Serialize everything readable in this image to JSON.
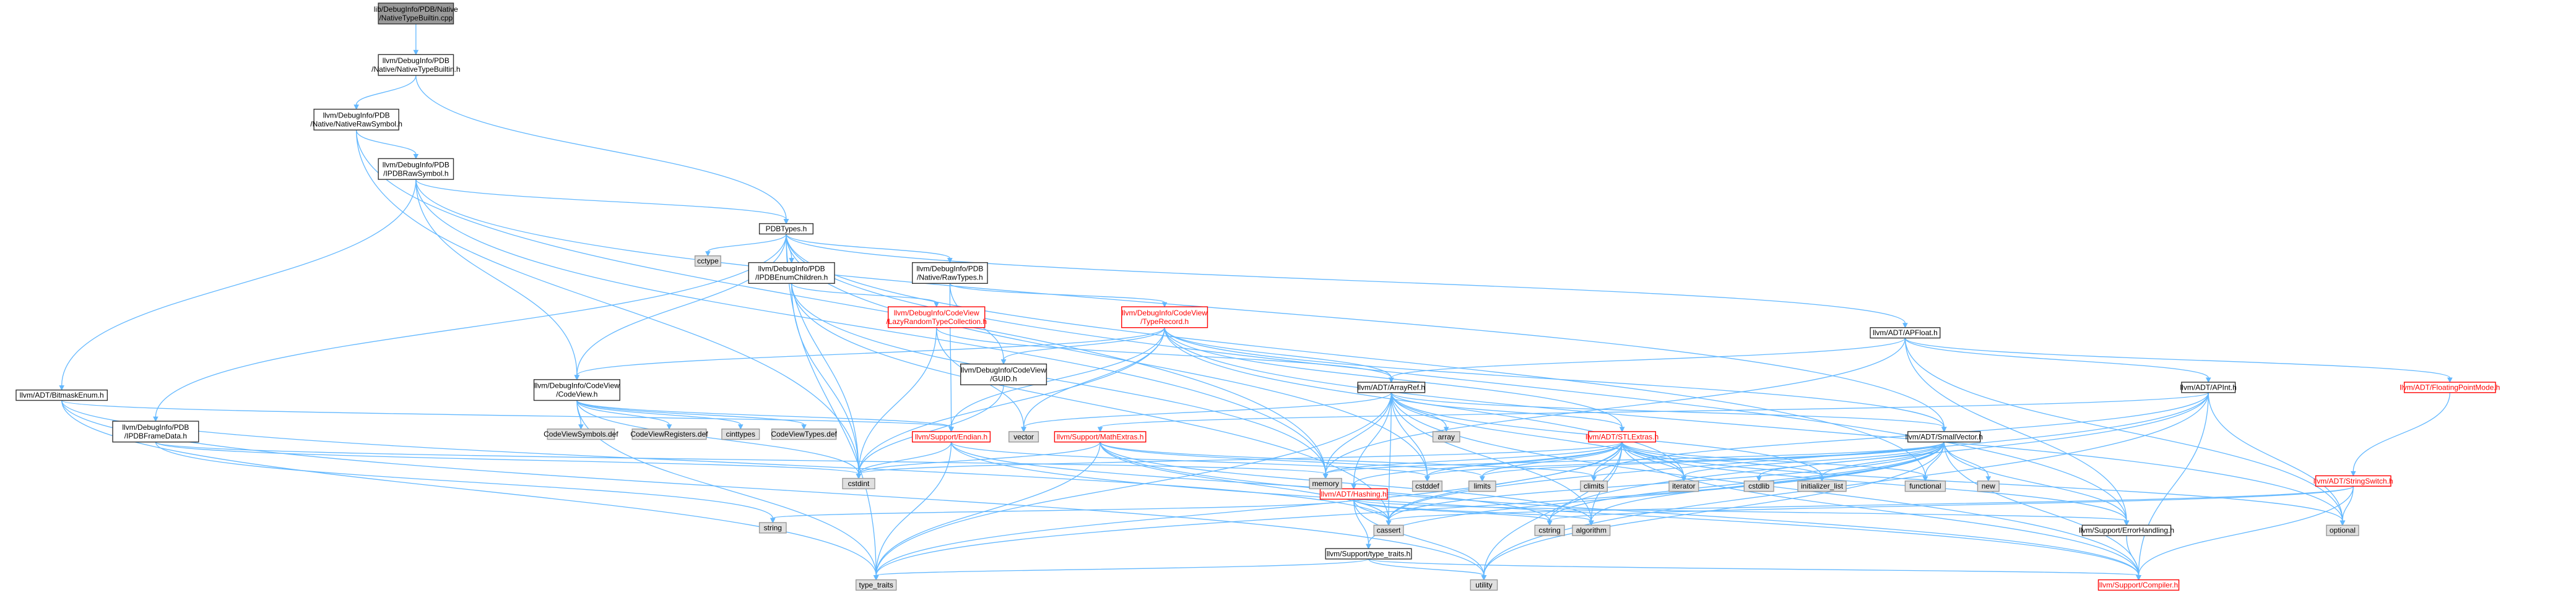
{
  "title": "",
  "colors": {
    "edge": "#63b8ff",
    "root_fill": "#999999",
    "default_border": "#333333",
    "red_border": "#ff0000",
    "external_fill": "#e0e0e0",
    "external_border": "#999999",
    "red_text": "#ff0000",
    "normal_text": "#000000"
  },
  "nodes": [
    {
      "id": "root",
      "kind": "root",
      "lines": [
        "lib/DebugInfo/PDB/Native",
        "/NativeTypeBuiltin.cpp"
      ]
    },
    {
      "id": "ntb",
      "kind": "normal",
      "lines": [
        "llvm/DebugInfo/PDB",
        "/Native/NativeTypeBuiltin.h"
      ]
    },
    {
      "id": "nrs",
      "kind": "normal",
      "lines": [
        "llvm/DebugInfo/PDB",
        "/Native/NativeRawSymbol.h"
      ]
    },
    {
      "id": "ipdbraw",
      "kind": "normal",
      "lines": [
        "llvm/DebugInfo/PDB",
        "/IPDBRawSymbol.h"
      ]
    },
    {
      "id": "pdbtypes",
      "kind": "normal",
      "lines": [
        "PDBTypes.h"
      ]
    },
    {
      "id": "bitmask",
      "kind": "normal",
      "lines": [
        "llvm/ADT/BitmaskEnum.h"
      ]
    },
    {
      "id": "frame",
      "kind": "normal",
      "lines": [
        "llvm/DebugInfo/PDB",
        "/IPDBFrameData.h"
      ]
    },
    {
      "id": "codeview",
      "kind": "normal",
      "lines": [
        "llvm/DebugInfo/CodeView",
        "/CodeView.h"
      ]
    },
    {
      "id": "cctype",
      "kind": "external",
      "lines": [
        "cctype"
      ]
    },
    {
      "id": "enumch",
      "kind": "normal",
      "lines": [
        "llvm/DebugInfo/PDB",
        "/IPDBEnumChildren.h"
      ]
    },
    {
      "id": "rawtypes",
      "kind": "normal",
      "lines": [
        "llvm/DebugInfo/PDB",
        "/Native/RawTypes.h"
      ]
    },
    {
      "id": "lazy",
      "kind": "red",
      "lines": [
        "llvm/DebugInfo/CodeView",
        "/LazyRandomTypeCollection.h"
      ]
    },
    {
      "id": "typerec",
      "kind": "red",
      "lines": [
        "llvm/DebugInfo/CodeView",
        "/TypeRecord.h"
      ]
    },
    {
      "id": "guid",
      "kind": "normal",
      "lines": [
        "llvm/DebugInfo/CodeView",
        "/GUID.h"
      ]
    },
    {
      "id": "apfloat",
      "kind": "normal",
      "lines": [
        "llvm/ADT/APFloat.h"
      ]
    },
    {
      "id": "apint",
      "kind": "normal",
      "lines": [
        "llvm/ADT/APInt.h"
      ]
    },
    {
      "id": "fpmode",
      "kind": "red",
      "lines": [
        "llvm/ADT/FloatingPointMode.h"
      ]
    },
    {
      "id": "strswitch",
      "kind": "red",
      "lines": [
        "llvm/ADT/StringSwitch.h"
      ]
    },
    {
      "id": "arrayref",
      "kind": "normal",
      "lines": [
        "llvm/ADT/ArrayRef.h"
      ]
    },
    {
      "id": "smallvec",
      "kind": "normal",
      "lines": [
        "llvm/ADT/SmallVector.h"
      ]
    },
    {
      "id": "stlextras",
      "kind": "red",
      "lines": [
        "llvm/ADT/STLExtras.h"
      ]
    },
    {
      "id": "hashing",
      "kind": "red",
      "lines": [
        "llvm/ADT/Hashing.h"
      ]
    },
    {
      "id": "endian",
      "kind": "red",
      "lines": [
        "llvm/Support/Endian.h"
      ]
    },
    {
      "id": "mathext",
      "kind": "red",
      "lines": [
        "llvm/Support/MathExtras.h"
      ]
    },
    {
      "id": "cvsym",
      "kind": "external",
      "lines": [
        "CodeViewSymbols.def"
      ]
    },
    {
      "id": "cvreg",
      "kind": "external",
      "lines": [
        "CodeViewRegisters.def"
      ]
    },
    {
      "id": "cinttypes",
      "kind": "external",
      "lines": [
        "cinttypes"
      ]
    },
    {
      "id": "cvtypes",
      "kind": "external",
      "lines": [
        "CodeViewTypes.def"
      ]
    },
    {
      "id": "vector",
      "kind": "external",
      "lines": [
        "vector"
      ]
    },
    {
      "id": "array",
      "kind": "external",
      "lines": [
        "array"
      ]
    },
    {
      "id": "cstdint",
      "kind": "external",
      "lines": [
        "cstdint"
      ]
    },
    {
      "id": "memory",
      "kind": "external",
      "lines": [
        "memory"
      ]
    },
    {
      "id": "cstddef",
      "kind": "external",
      "lines": [
        "cstddef"
      ]
    },
    {
      "id": "limits",
      "kind": "external",
      "lines": [
        "limits"
      ]
    },
    {
      "id": "climits",
      "kind": "external",
      "lines": [
        "climits"
      ]
    },
    {
      "id": "iterator",
      "kind": "external",
      "lines": [
        "iterator"
      ]
    },
    {
      "id": "cstdlib",
      "kind": "external",
      "lines": [
        "cstdlib"
      ]
    },
    {
      "id": "initlist",
      "kind": "external",
      "lines": [
        "initializer_list"
      ]
    },
    {
      "id": "functional",
      "kind": "external",
      "lines": [
        "functional"
      ]
    },
    {
      "id": "new",
      "kind": "external",
      "lines": [
        "new"
      ]
    },
    {
      "id": "string",
      "kind": "external",
      "lines": [
        "string"
      ]
    },
    {
      "id": "cassert",
      "kind": "external",
      "lines": [
        "cassert"
      ]
    },
    {
      "id": "cstring",
      "kind": "external",
      "lines": [
        "cstring"
      ]
    },
    {
      "id": "algorithm",
      "kind": "external",
      "lines": [
        "algorithm"
      ]
    },
    {
      "id": "typetraitsh",
      "kind": "normal",
      "lines": [
        "llvm/Support/type_traits.h"
      ]
    },
    {
      "id": "errhandling",
      "kind": "normal",
      "lines": [
        "llvm/Support/ErrorHandling.h"
      ]
    },
    {
      "id": "optional",
      "kind": "external",
      "lines": [
        "optional"
      ]
    },
    {
      "id": "type_traits",
      "kind": "external",
      "lines": [
        "type_traits"
      ]
    },
    {
      "id": "utility",
      "kind": "external",
      "lines": [
        "utility"
      ]
    },
    {
      "id": "compiler",
      "kind": "red",
      "lines": [
        "llvm/Support/Compiler.h"
      ]
    }
  ],
  "edges": [
    [
      "root",
      "ntb"
    ],
    [
      "ntb",
      "nrs"
    ],
    [
      "ntb",
      "pdbtypes"
    ],
    [
      "nrs",
      "ipdbraw"
    ],
    [
      "nrs",
      "cstdint"
    ],
    [
      "nrs",
      "memory"
    ],
    [
      "ipdbraw",
      "pdbtypes"
    ],
    [
      "ipdbraw",
      "bitmask"
    ],
    [
      "ipdbraw",
      "codeview"
    ],
    [
      "ipdbraw",
      "smallvec"
    ],
    [
      "ipdbraw",
      "memory"
    ],
    [
      "pdbtypes",
      "cctype"
    ],
    [
      "pdbtypes",
      "enumch"
    ],
    [
      "pdbtypes",
      "rawtypes"
    ],
    [
      "pdbtypes",
      "frame"
    ],
    [
      "pdbtypes",
      "codeview"
    ],
    [
      "pdbtypes",
      "apfloat"
    ],
    [
      "pdbtypes",
      "cstddef"
    ],
    [
      "pdbtypes",
      "cstdint"
    ],
    [
      "pdbtypes",
      "functional"
    ],
    [
      "pdbtypes",
      "errhandling"
    ],
    [
      "pdbtypes",
      "type_traits"
    ],
    [
      "bitmask",
      "cassert"
    ],
    [
      "bitmask",
      "type_traits"
    ],
    [
      "bitmask",
      "utility"
    ],
    [
      "bitmask",
      "endian"
    ],
    [
      "frame",
      "cstdint"
    ],
    [
      "frame",
      "string"
    ],
    [
      "frame",
      "memory"
    ],
    [
      "codeview",
      "cvsym"
    ],
    [
      "codeview",
      "cvreg"
    ],
    [
      "codeview",
      "cinttypes"
    ],
    [
      "codeview",
      "cvtypes"
    ],
    [
      "codeview",
      "endian"
    ],
    [
      "codeview",
      "cstdint"
    ],
    [
      "codeview",
      "type_traits"
    ],
    [
      "enumch",
      "lazy"
    ],
    [
      "enumch",
      "cassert"
    ],
    [
      "enumch",
      "cstdint"
    ],
    [
      "enumch",
      "memory"
    ],
    [
      "rawtypes",
      "typerec"
    ],
    [
      "rawtypes",
      "guid"
    ],
    [
      "rawtypes",
      "endian"
    ],
    [
      "lazy",
      "arrayref"
    ],
    [
      "lazy",
      "vector"
    ],
    [
      "lazy",
      "cstdint"
    ],
    [
      "typerec",
      "codeview"
    ],
    [
      "typerec",
      "guid"
    ],
    [
      "typerec",
      "arrayref"
    ],
    [
      "typerec",
      "smallvec"
    ],
    [
      "typerec",
      "stlextras"
    ],
    [
      "typerec",
      "endian"
    ],
    [
      "typerec",
      "cstdint"
    ],
    [
      "typerec",
      "vector"
    ],
    [
      "typerec",
      "iterator"
    ],
    [
      "typerec",
      "optional"
    ],
    [
      "guid",
      "cstdint"
    ],
    [
      "apfloat",
      "apint"
    ],
    [
      "apfloat",
      "arrayref"
    ],
    [
      "apfloat",
      "fpmode"
    ],
    [
      "apfloat",
      "errhandling"
    ],
    [
      "apfloat",
      "memory"
    ],
    [
      "apfloat",
      "optional"
    ],
    [
      "apint",
      "mathext"
    ],
    [
      "apint",
      "cassert"
    ],
    [
      "apint",
      "climits"
    ],
    [
      "apint",
      "cstring"
    ],
    [
      "apint",
      "optional"
    ],
    [
      "apint",
      "utility"
    ],
    [
      "apint",
      "compiler"
    ],
    [
      "fpmode",
      "strswitch"
    ],
    [
      "strswitch",
      "cassert"
    ],
    [
      "strswitch",
      "optional"
    ],
    [
      "strswitch",
      "cstring"
    ],
    [
      "strswitch",
      "compiler"
    ],
    [
      "arrayref",
      "hashing"
    ],
    [
      "arrayref",
      "smallvec"
    ],
    [
      "arrayref",
      "stlextras"
    ],
    [
      "arrayref",
      "array"
    ],
    [
      "arrayref",
      "cstddef"
    ],
    [
      "arrayref",
      "iterator"
    ],
    [
      "arrayref",
      "memory"
    ],
    [
      "arrayref",
      "type_traits"
    ],
    [
      "arrayref",
      "vector"
    ],
    [
      "arrayref",
      "algorithm"
    ],
    [
      "arrayref",
      "initlist"
    ],
    [
      "arrayref",
      "compiler"
    ],
    [
      "arrayref",
      "cassert"
    ],
    [
      "smallvec",
      "algorithm"
    ],
    [
      "smallvec",
      "cassert"
    ],
    [
      "smallvec",
      "cstddef"
    ],
    [
      "smallvec",
      "cstdlib"
    ],
    [
      "smallvec",
      "cstring"
    ],
    [
      "smallvec",
      "functional"
    ],
    [
      "smallvec",
      "initlist"
    ],
    [
      "smallvec",
      "iterator"
    ],
    [
      "smallvec",
      "limits"
    ],
    [
      "smallvec",
      "memory"
    ],
    [
      "smallvec",
      "new"
    ],
    [
      "smallvec",
      "type_traits"
    ],
    [
      "smallvec",
      "utility"
    ],
    [
      "smallvec",
      "compiler"
    ],
    [
      "smallvec",
      "errhandling"
    ],
    [
      "smallvec",
      "typetraitsh"
    ],
    [
      "stlextras",
      "hashing"
    ],
    [
      "stlextras",
      "cassert"
    ],
    [
      "stlextras",
      "cstddef"
    ],
    [
      "stlextras",
      "cstdint"
    ],
    [
      "stlextras",
      "functional"
    ],
    [
      "stlextras",
      "initlist"
    ],
    [
      "stlextras",
      "iterator"
    ],
    [
      "stlextras",
      "limits"
    ],
    [
      "stlextras",
      "memory"
    ],
    [
      "stlextras",
      "optional"
    ],
    [
      "stlextras",
      "type_traits"
    ],
    [
      "stlextras",
      "utility"
    ],
    [
      "stlextras",
      "algorithm"
    ],
    [
      "stlextras",
      "climits"
    ],
    [
      "stlextras",
      "errhandling"
    ],
    [
      "stlextras",
      "compiler"
    ],
    [
      "hashing",
      "errhandling"
    ],
    [
      "hashing",
      "typetraitsh"
    ],
    [
      "hashing",
      "algorithm"
    ],
    [
      "hashing",
      "cassert"
    ],
    [
      "hashing",
      "cstring"
    ],
    [
      "hashing",
      "string"
    ],
    [
      "hashing",
      "utility"
    ],
    [
      "hashing",
      "tuple_ph"
    ],
    [
      "endian",
      "cstdint"
    ],
    [
      "endian",
      "cstring"
    ],
    [
      "endian",
      "type_traits"
    ],
    [
      "endian",
      "compiler"
    ],
    [
      "endian",
      "cstddef"
    ],
    [
      "mathext",
      "compiler"
    ],
    [
      "mathext",
      "cassert"
    ],
    [
      "mathext",
      "climits"
    ],
    [
      "mathext",
      "cstdint"
    ],
    [
      "mathext",
      "limits"
    ],
    [
      "mathext",
      "type_traits"
    ],
    [
      "mathext",
      "algorithm"
    ],
    [
      "typetraitsh",
      "type_traits"
    ],
    [
      "typetraitsh",
      "utility"
    ],
    [
      "typetraitsh",
      "compiler"
    ],
    [
      "errhandling",
      "compiler"
    ]
  ]
}
